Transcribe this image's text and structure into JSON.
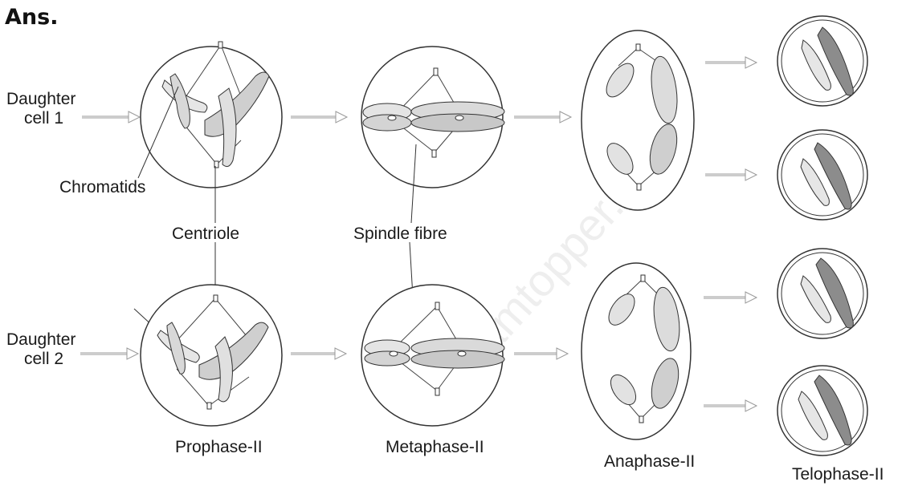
{
  "heading": "Ans.",
  "labels": {
    "daughter_cell_1": [
      "Daughter",
      "cell 1"
    ],
    "daughter_cell_2": [
      "Daughter",
      "cell 2"
    ],
    "chromatids": "Chromatids",
    "centriole": "Centriole",
    "spindle_fibre": "Spindle fibre"
  },
  "stages": [
    "Prophase-II",
    "Metaphase-II",
    "Anaphase-II",
    "Telophase-II"
  ],
  "watermark": "dreamtopper.in",
  "colors": {
    "stroke": "#333333",
    "chrom_light": "#dcdcdc",
    "chrom_dark": "#8c8c8c",
    "arrow": "#a8a8a8"
  }
}
